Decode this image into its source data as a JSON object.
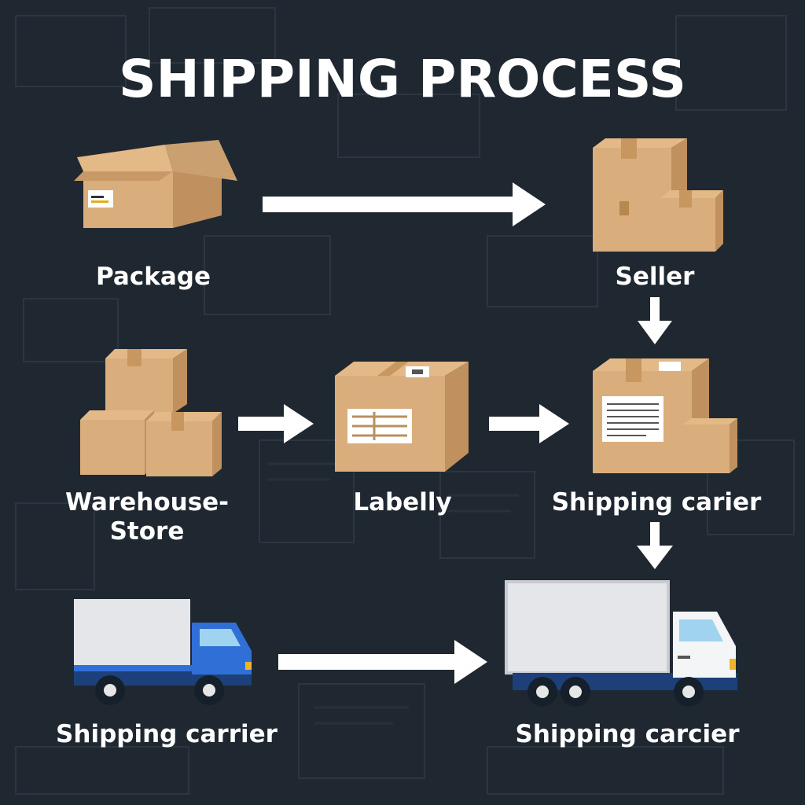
{
  "title": "SHIPPING PROCESS",
  "nodes": {
    "package": "Package",
    "seller": "Seller",
    "warehouse_line1": "Warehouse-",
    "warehouse_line2": "Store",
    "labelly": "Labelly",
    "shipping_carier": "Shipping carier",
    "shipping_carrier": "Shipping carrier",
    "shipping_carcier": "Shipping carcier"
  },
  "colors": {
    "background": "#1f2730",
    "box": "#d9ad7c",
    "box_dark": "#c0905e",
    "tape": "#c8965f",
    "arrow": "#ffffff",
    "truck_blue": "#2f6fd6",
    "truck_cargo": "#e4e6ea"
  }
}
